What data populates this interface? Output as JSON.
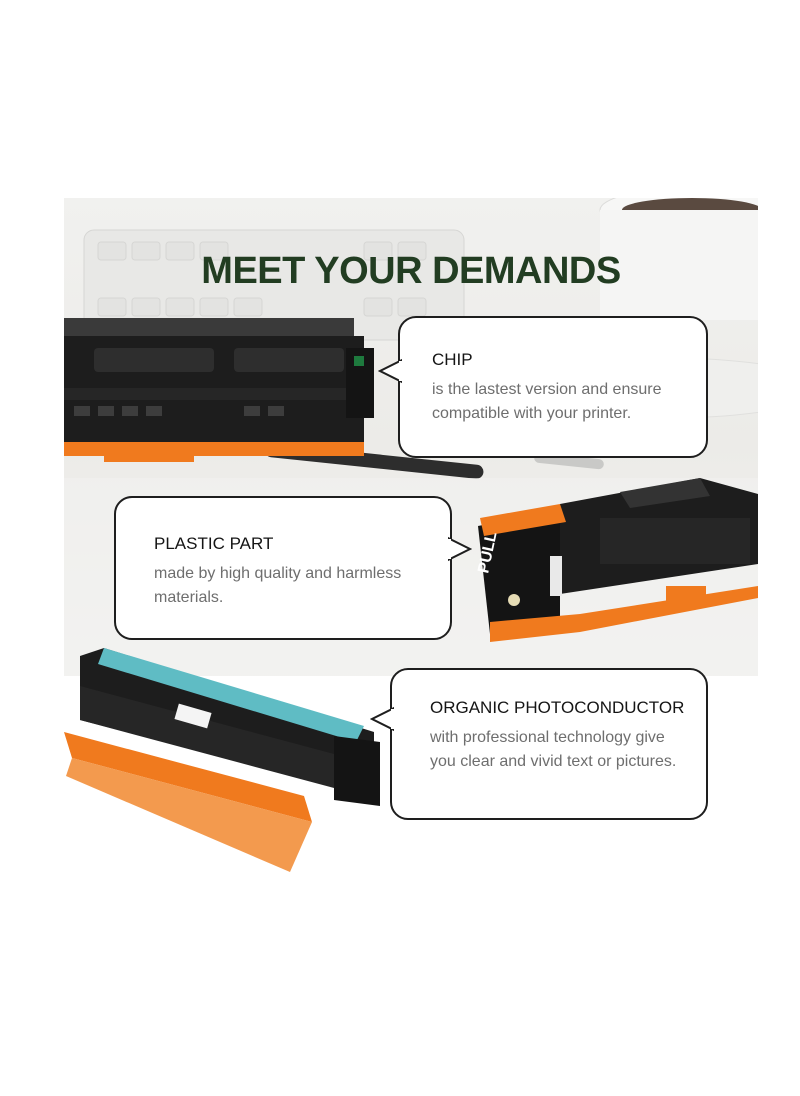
{
  "banner": {
    "title": "MEET YOUR DEMANDS"
  },
  "features": [
    {
      "heading": "CHIP",
      "text": "is the lastest version and ensure compatible with your printer."
    },
    {
      "heading": "PLASTIC PART",
      "text": "made by high quality and harmless materials."
    },
    {
      "heading": "ORGANIC PHOTOCONDUCTOR",
      "text": "with professional technology give you clear and vivid text or pictures."
    }
  ],
  "product": {
    "pull_tab_label": "PULL",
    "accent_color": "#f07a1e",
    "body_color": "#1d1d1d",
    "drum_color": "#5fbcc4"
  }
}
